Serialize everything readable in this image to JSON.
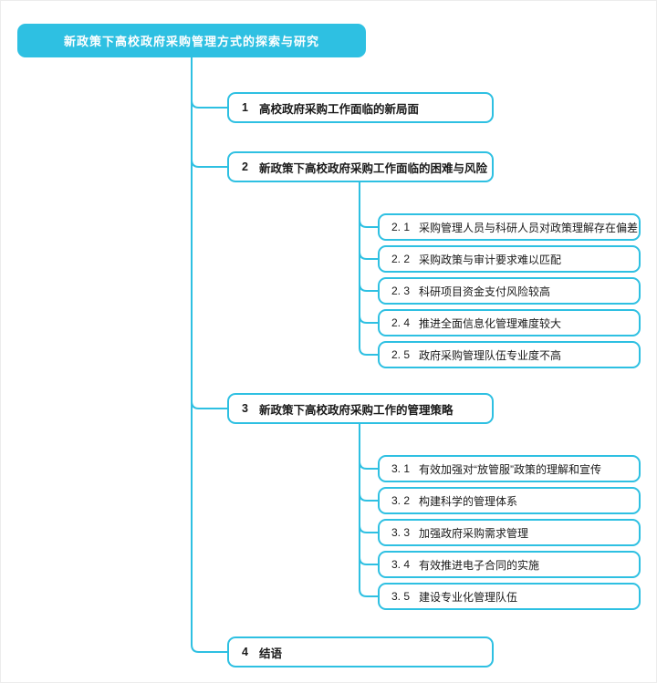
{
  "colors": {
    "accent": "#2ec0e2",
    "text": "#1a1a1a",
    "root_text": "#ffffff"
  },
  "root": {
    "label": "新政策下高校政府采购管理方式的探索与研究"
  },
  "branches": [
    {
      "number": "1",
      "label": "高校政府采购工作面临的新局面",
      "children": []
    },
    {
      "number": "2",
      "label": "新政策下高校政府采购工作面临的困难与风险",
      "children": [
        {
          "number": "2. 1",
          "label": "采购管理人员与科研人员对政策理解存在偏差"
        },
        {
          "number": "2. 2",
          "label": "采购政策与审计要求难以匹配"
        },
        {
          "number": "2. 3",
          "label": "科研项目资金支付风险较高"
        },
        {
          "number": "2. 4",
          "label": "推进全面信息化管理难度较大"
        },
        {
          "number": "2. 5",
          "label": "政府采购管理队伍专业度不高"
        }
      ]
    },
    {
      "number": "3",
      "label": "新政策下高校政府采购工作的管理策略",
      "children": [
        {
          "number": "3. 1",
          "label": "有效加强对“放管服”政策的理解和宣传"
        },
        {
          "number": "3. 2",
          "label": "构建科学的管理体系"
        },
        {
          "number": "3. 3",
          "label": "加强政府采购需求管理"
        },
        {
          "number": "3. 4",
          "label": "有效推进电子合同的实施"
        },
        {
          "number": "3. 5",
          "label": "建设专业化管理队伍"
        }
      ]
    },
    {
      "number": "4",
      "label": "结语",
      "children": []
    }
  ]
}
